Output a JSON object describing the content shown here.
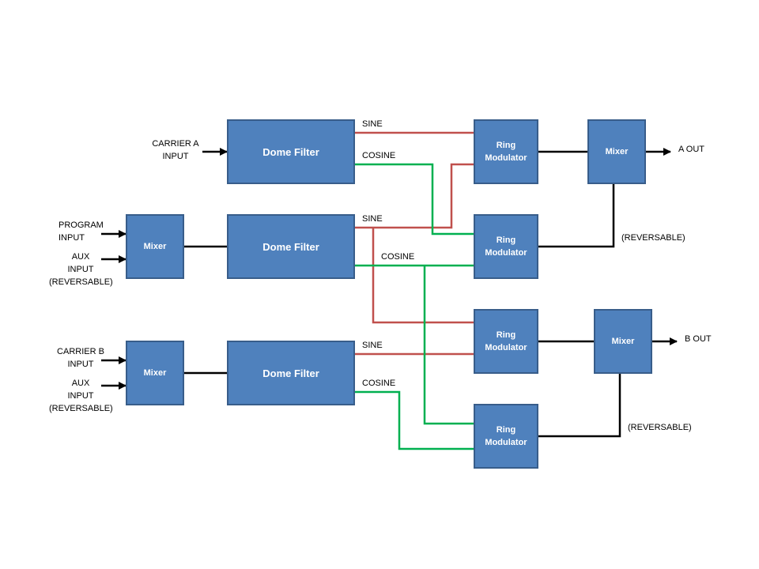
{
  "colors": {
    "block_fill": "#4f81bd",
    "block_border": "#385d8a",
    "sine_line": "#c0504d",
    "cosine_line": "#00b050",
    "signal_line": "#000000"
  },
  "blocks": {
    "dome_filter_1": "Dome Filter",
    "dome_filter_2": "Dome Filter",
    "dome_filter_3": "Dome Filter",
    "mixer_program": "Mixer",
    "mixer_carrier_b": "Mixer",
    "mixer_a": "Mixer",
    "mixer_b": "Mixer",
    "ring_mod_1": "Ring\nModulator",
    "ring_mod_2": "Ring\nModulator",
    "ring_mod_3": "Ring\nModulator",
    "ring_mod_4": "Ring\nModulator"
  },
  "labels": {
    "carrier_a_input": "CARRIER A\nINPUT",
    "program_input": "PROGRAM\nINPUT",
    "aux_input_1": "AUX\nINPUT\n(REVERSABLE)",
    "carrier_b_input": "CARRIER B\nINPUT",
    "aux_input_2": "AUX\nINPUT\n(REVERSABLE)",
    "sine_1": "SINE",
    "cosine_1": "COSINE",
    "sine_2": "SINE",
    "cosine_2": "COSINE",
    "sine_3": "SINE",
    "cosine_3": "COSINE",
    "a_out": "A  OUT",
    "b_out": "B  OUT",
    "reversable_a": "(REVERSABLE)",
    "reversable_b": "(REVERSABLE)"
  }
}
